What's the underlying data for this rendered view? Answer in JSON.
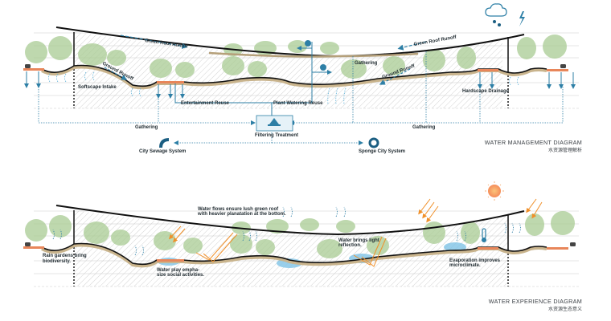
{
  "colors": {
    "water_blue": "#2d7fa6",
    "dark_blue": "#1b5e82",
    "roof_line": "#111111",
    "soil": "#c9b48d",
    "plaza_orange": "#e8865a",
    "tree_green": "#9fc58a",
    "sun_orange": "#f5a05a",
    "ray_orange": "#f0902a",
    "grid_line": "#d9d9d9"
  },
  "management": {
    "title": "WATER MANAGEMENT DIAGRAM",
    "subtitle": "水资源管理解析",
    "labels": {
      "green_roof_runoff_left": "Green Roof Runoff",
      "green_roof_runoff_right": "Green Roof Runoff",
      "ground_runoff_left": "Ground Runoff",
      "ground_runoff_right": "Ground Runoff",
      "softscape_intake": "Softscape Intake",
      "entertainment_reuse": "Entertainment Reuse",
      "plant_watering_reuse": "Plant Watering Reuse",
      "gathering_upper": "Gathering",
      "gathering_left": "Gathering",
      "gathering_right": "Gathering",
      "hardscape_drainage": "Hardscape Drainage",
      "filtering_treatment": "Filtering Treatment",
      "city_sewage_system": "City Sewage System",
      "sponge_city_system": "Sponge City System"
    },
    "icons": [
      "rain-cloud-icon",
      "lightning-icon",
      "watering-can-icon",
      "filter-icon",
      "sewage-pipe-icon",
      "sponge-ring-icon"
    ]
  },
  "experience": {
    "title": "WATER EXPERIENCE DIAGRAM",
    "subtitle": "水资源生态意义",
    "labels": {
      "green_roof_line1": "Water flows ensure lush green roof",
      "green_roof_line2": "with heavier planatation at the bottom.",
      "rain_gardens_line1": "Rain gardens bring",
      "rain_gardens_line2": "biodiversity.",
      "water_play_line1": "Water play empha-",
      "water_play_line2": "size social activities.",
      "light_reflection_line1": "Water brings light",
      "light_reflection_line2": "reflection.",
      "evaporation_line1": "Evaporation improves",
      "evaporation_line2": "microclimate."
    },
    "icons": [
      "sun-icon",
      "thermometer-icon"
    ]
  }
}
